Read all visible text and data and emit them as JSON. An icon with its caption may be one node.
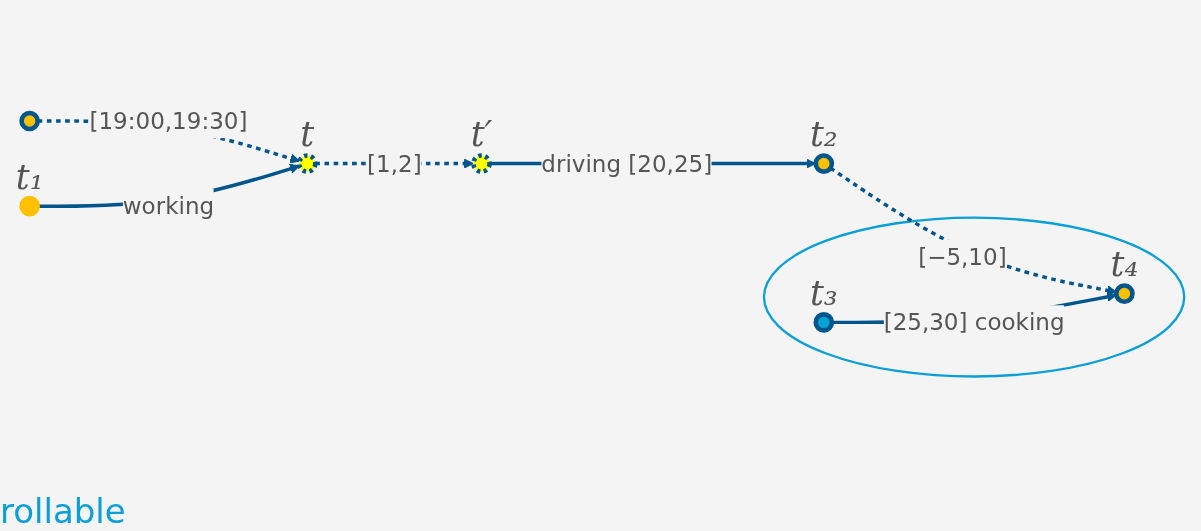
{
  "diagram": {
    "nodes": [
      {
        "text": [],
        "shape": "circle"
      },
      {
        "text": [],
        "shape": "circle",
        "beside": [
          "t₁"
        ]
      },
      {
        "text": [],
        "shape": "circle",
        "beside": [
          "t"
        ]
      },
      {
        "text": [],
        "shape": "circle",
        "beside": [
          "t′"
        ]
      },
      {
        "text": [],
        "shape": "circle",
        "beside": [
          "t₂"
        ]
      },
      {
        "text": [],
        "shape": "ellipse"
      },
      {
        "text": [],
        "shape": "circle",
        "in": 5,
        "beside": [
          "t₃"
        ]
      },
      {
        "text": [],
        "shape": "circle",
        "in": 5,
        "beside": [
          "t₄"
        ]
      }
    ],
    "edges": [
      {
        "from": 0,
        "to": 2,
        "arrow": "to",
        "label": "[19:00,19:30]",
        "style": "dashed"
      },
      {
        "from": 1,
        "to": 2,
        "arrow": "to",
        "label": "working"
      },
      {
        "from": 2,
        "to": 3,
        "arrow": "to",
        "label": "[1,2]",
        "style": "dashed"
      },
      {
        "from": 3,
        "to": 4,
        "arrow": "to",
        "label": "driving [20,25]"
      },
      {
        "from": 4,
        "to": 7,
        "arrow": "to",
        "label": "[−5,10]",
        "style": "dashed"
      },
      {
        "from": 6,
        "to": 7,
        "arrow": "to",
        "label": "[25,30] cooking"
      }
    ],
    "labels": [
      "rollable"
    ]
  }
}
